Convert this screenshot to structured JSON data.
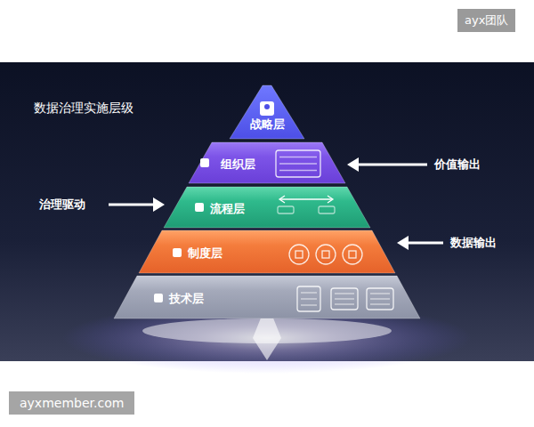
{
  "diagram": {
    "title": "数据治理实施层级",
    "nodes": [
      {
        "text": [
          "战略层"
        ]
      },
      {
        "text": [
          "组织层"
        ]
      },
      {
        "text": [
          "流程层"
        ]
      },
      {
        "text": [
          "制度层"
        ]
      },
      {
        "text": [
          "技术层"
        ]
      }
    ],
    "labels": [
      "价值输出",
      "治理驱动",
      "数据输出",
      "ayx团队",
      "ayxmember.com"
    ]
  }
}
